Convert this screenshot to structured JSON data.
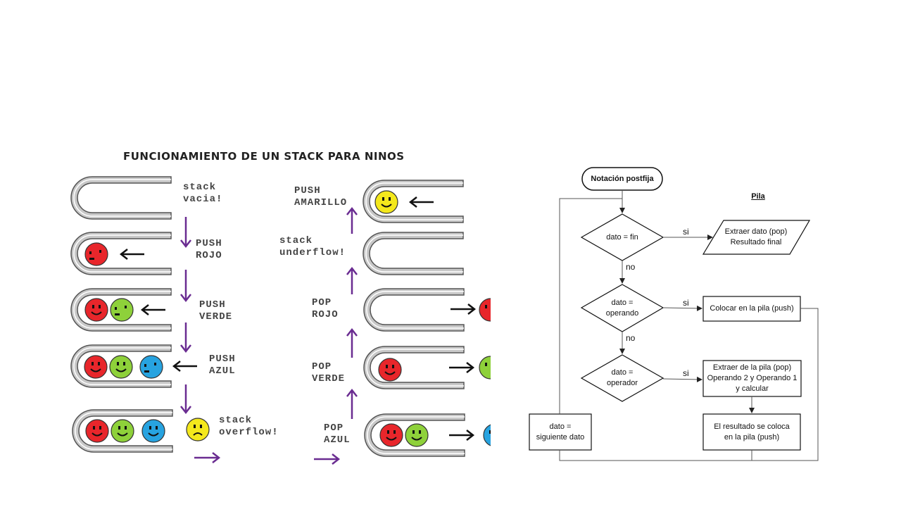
{
  "colors": {
    "purple": "#6a2c91",
    "red_face": "#e8262b",
    "green_face": "#8ed13a",
    "blue_face": "#27a3e0",
    "yellow_face": "#f4e81c",
    "tube": "#c8c8c8"
  },
  "stack_diagram": {
    "title": "FUNCIONAMIENTO DE UN STACK PARA NINOS",
    "labels": {
      "stack_vacia": "stack\nvacia!",
      "push_rojo": "PUSH\nROJO",
      "push_verde": "PUSH\nVERDE",
      "push_azul": "PUSH\nAZUL",
      "stack_overflow": "stack\noverflow!",
      "push_amarillo": "PUSH\nAMARILLO",
      "stack_underflow": "stack\nunderflow!",
      "pop_rojo": "POP\nROJO",
      "pop_verde": "POP\nVERDE",
      "pop_azul": "POP\nAZUL"
    }
  },
  "flowchart": {
    "start": "Notación postfija",
    "pila_label": "Pila",
    "decision_fin": "dato = fin",
    "decision_operando": "dato =\noperando",
    "decision_operador": "dato =\noperador",
    "proc_extraer_final": "Extraer dato (pop)\nResultado final",
    "proc_colocar": "Colocar en la pila (push)",
    "proc_extraer_calc": "Extraer de la pila (pop)\nOperando 2 y Operando 1\ny calcular",
    "proc_resultado": "El resultado se coloca\nen la pila (push)",
    "proc_siguiente": "dato =\nsiguiente dato",
    "si": "si",
    "no": "no"
  }
}
